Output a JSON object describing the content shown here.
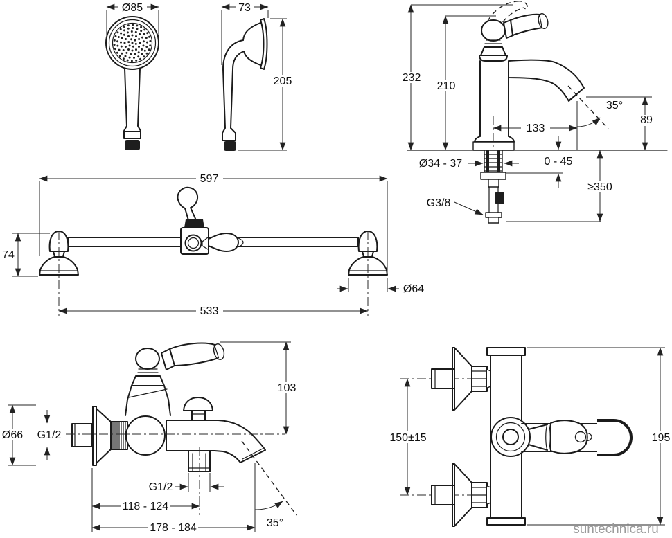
{
  "watermark": "suntechnica.ru",
  "hand_shower": {
    "diameter": "Ø85",
    "depth": "73",
    "height": "205"
  },
  "basin_faucet": {
    "overall_height": "232",
    "spout_top_height": "210",
    "spout_reach": "133",
    "flow_angle": "35°",
    "spout_height": "89",
    "hole_diameter": "Ø34 - 37",
    "deck_range": "0 - 45",
    "hose_min": "≥350",
    "inlet_thread": "G3/8"
  },
  "shower_bar": {
    "length": "597",
    "height": "74",
    "centers": "533",
    "flange_diameter": "Ø64"
  },
  "bath_mixer": {
    "height": "103",
    "flange_diameter": "Ø66",
    "inlet_thread": "G1/2",
    "outlet_thread": "G1/2",
    "reach_inner": "118 - 124",
    "reach_outer": "178 - 184",
    "flow_angle": "35°"
  },
  "wall_mixer": {
    "centers": "150±15",
    "length": "195"
  }
}
